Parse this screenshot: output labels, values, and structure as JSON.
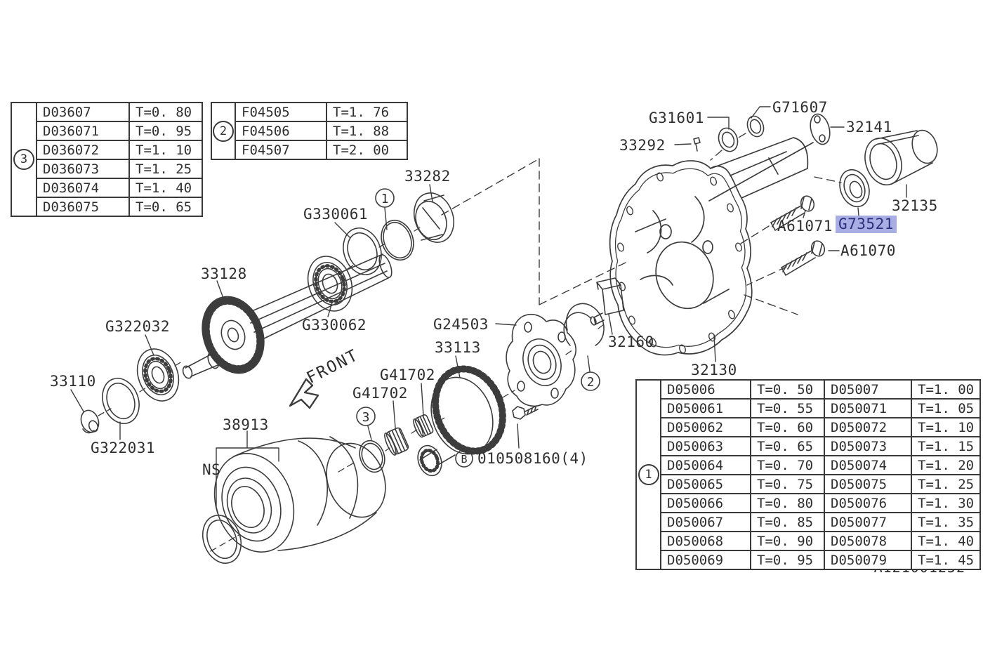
{
  "doc": {
    "drawing_number": "A121001252",
    "front_label": "FRONT",
    "ns_label": "NS",
    "bolt_note": "010508160(4)",
    "bolt_note_badge": "B"
  },
  "colors": {
    "line": "#3c3c3c",
    "text": "#2f2f2f",
    "highlight_bg": "#a8aee4",
    "highlight_text": "#2e2e7d"
  },
  "labels": {
    "g31601": "G31601",
    "g71607": "G71607",
    "p32141": "32141",
    "p33292": "33292",
    "p33282": "33282",
    "g330061": "G330061",
    "p33128": "33128",
    "g330062": "G330062",
    "g322032": "G322032",
    "p33110": "33110",
    "g322031": "G322031",
    "p38913": "38913",
    "g41702a": "G41702",
    "g41702b": "G41702",
    "p33113": "33113",
    "g24503": "G24503",
    "p32160": "32160",
    "p32130": "32130",
    "a61071": "A61071",
    "g73521": "G73521",
    "a61070": "A61070",
    "p32135": "32135"
  },
  "circled": {
    "c1": "1",
    "c2": "2",
    "c3": "3"
  },
  "tables": {
    "t3": {
      "badge": "3",
      "rows": [
        {
          "part": "D03607",
          "t": "T=0. 80"
        },
        {
          "part": "D036071",
          "t": "T=0. 95"
        },
        {
          "part": "D036072",
          "t": "T=1. 10"
        },
        {
          "part": "D036073",
          "t": "T=1. 25"
        },
        {
          "part": "D036074",
          "t": "T=1. 40"
        },
        {
          "part": "D036075",
          "t": "T=0. 65"
        }
      ]
    },
    "t2": {
      "badge": "2",
      "rows": [
        {
          "part": "F04505",
          "t": "T=1. 76"
        },
        {
          "part": "F04506",
          "t": "T=1. 88"
        },
        {
          "part": "F04507",
          "t": "T=2. 00"
        }
      ]
    },
    "t1": {
      "badge": "1",
      "rows": [
        {
          "pa": "D05006",
          "ta": "T=0. 50",
          "pb": "D05007",
          "tb": "T=1. 00"
        },
        {
          "pa": "D050061",
          "ta": "T=0. 55",
          "pb": "D050071",
          "tb": "T=1. 05"
        },
        {
          "pa": "D050062",
          "ta": "T=0. 60",
          "pb": "D050072",
          "tb": "T=1. 10"
        },
        {
          "pa": "D050063",
          "ta": "T=0. 65",
          "pb": "D050073",
          "tb": "T=1. 15"
        },
        {
          "pa": "D050064",
          "ta": "T=0. 70",
          "pb": "D050074",
          "tb": "T=1. 20"
        },
        {
          "pa": "D050065",
          "ta": "T=0. 75",
          "pb": "D050075",
          "tb": "T=1. 25"
        },
        {
          "pa": "D050066",
          "ta": "T=0. 80",
          "pb": "D050076",
          "tb": "T=1. 30"
        },
        {
          "pa": "D050067",
          "ta": "T=0. 85",
          "pb": "D050077",
          "tb": "T=1. 35"
        },
        {
          "pa": "D050068",
          "ta": "T=0. 90",
          "pb": "D050078",
          "tb": "T=1. 40"
        },
        {
          "pa": "D050069",
          "ta": "T=0. 95",
          "pb": "D050079",
          "tb": "T=1. 45"
        }
      ]
    }
  }
}
